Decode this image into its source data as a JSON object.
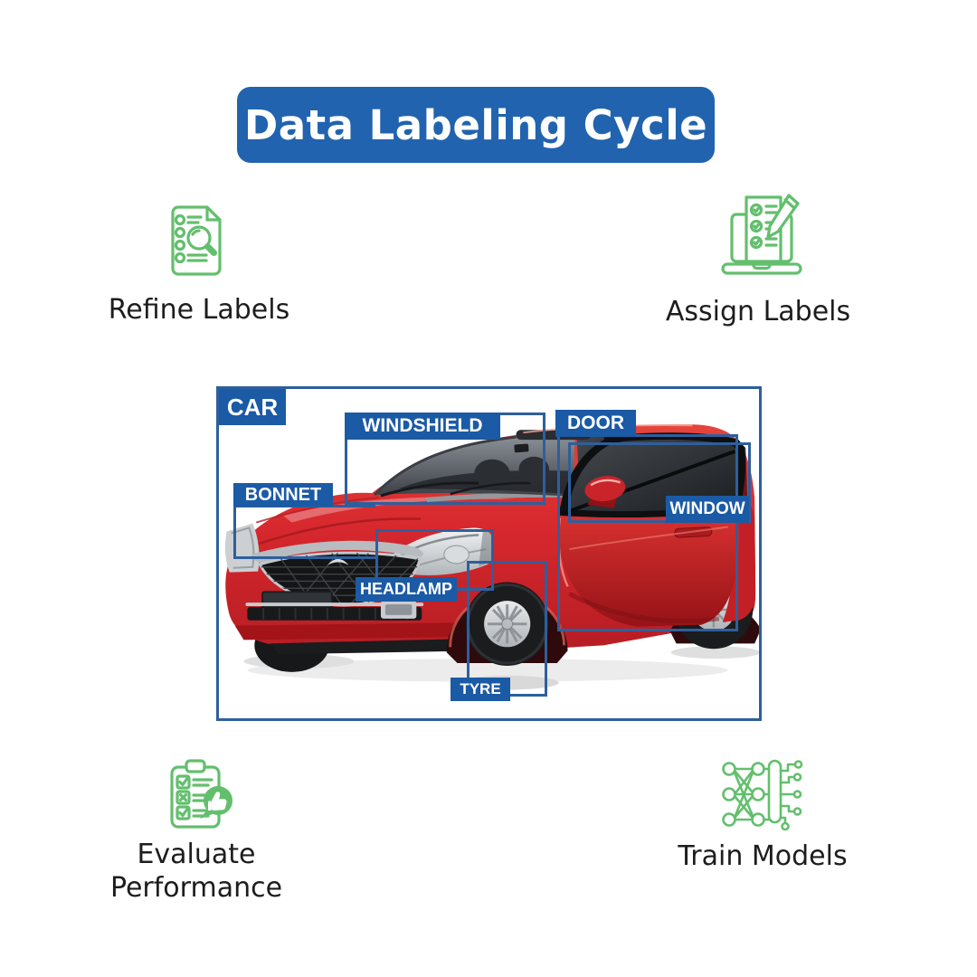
{
  "title": {
    "text": "Data Labeling Cycle"
  },
  "steps": {
    "refine": {
      "label": "Refine Labels",
      "icon": "document-search-icon"
    },
    "assign": {
      "label": "Assign Labels",
      "icon": "laptop-checklist-pencil-icon"
    },
    "evaluate": {
      "label": "Evaluate Performance",
      "icon": "clipboard-thumbs-up-icon"
    },
    "train": {
      "label": "Train Models",
      "icon": "neural-network-icon"
    }
  },
  "figure": {
    "subject": "red sedan car with open rear door, object-detection style annotations",
    "annotations": {
      "car": "CAR",
      "windshield": "WINDSHIELD",
      "door": "DOOR",
      "window": "WINDOW",
      "bonnet": "BONNET",
      "headlamp": "HEADLAMP",
      "tyre": "TYRE"
    }
  },
  "colors": {
    "accent_blue": "#2163af",
    "bbox_blue": "#2e5f9d",
    "label_blue": "#1b5aa5",
    "icon_green": "#63bf6d",
    "text_dark": "#1d1d1d",
    "car_red": "#d7282e"
  }
}
